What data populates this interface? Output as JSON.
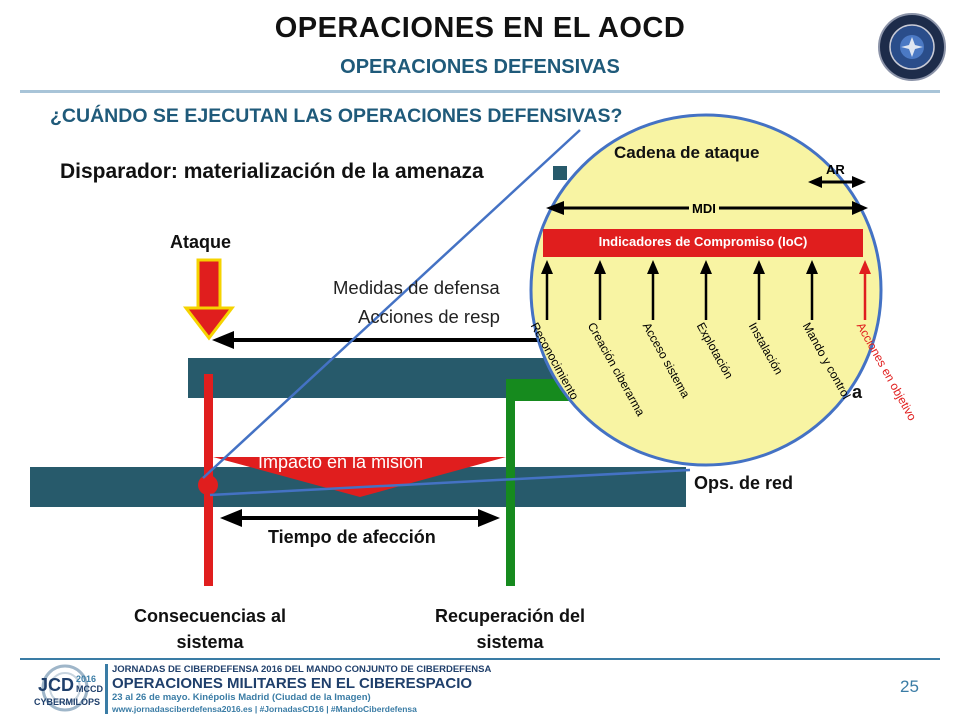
{
  "header": {
    "title": "OPERACIONES  EN EL AOCD",
    "subtitle": "OPERACIONES DEFENSIVAS",
    "seal_icon": "emblem-seal-icon"
  },
  "question": "¿CUÁNDO SE EJECUTAN LAS OPERACIONES DEFENSIVAS?",
  "trigger": "Disparador: materialización de la amenaza",
  "diagram": {
    "ataque": "Ataque",
    "medidas": "Medidas de defensa",
    "acciones": "Acciones de resp",
    "impacto": "Impacto en la misión",
    "ops_red": "Ops. de red",
    "ops_partial": "a",
    "tiempo": "Tiempo de afección",
    "consecuencias_1": "Consecuencias al",
    "consecuencias_2": "sistema",
    "recuperacion_1": "Recuperación del",
    "recuperacion_2": "sistema",
    "colors": {
      "red": "#e01e1e",
      "green": "#168a1e",
      "bar": "#275a6b",
      "circle": "#f8f4a3"
    }
  },
  "zoom": {
    "title": "Cadena de ataque",
    "ar": "AR",
    "mdi": "MDI",
    "ioc": "Indicadores de Compromiso (IoC)",
    "phases": [
      "Reconocimiento",
      "Creación ciberarma",
      "Acceso sistema",
      "Explotación",
      "Instalación",
      "Mando y control",
      "Acciones en objetivo"
    ]
  },
  "footer": {
    "logo_top": "JCD",
    "logo_year": "2016",
    "logo_sub": "MCCD",
    "logo_brand": "CYBERMILOPS",
    "line1": "JORNADAS DE CIBERDEFENSA 2016 DEL MANDO CONJUNTO DE CIBERDEFENSA",
    "line2": "OPERACIONES MILITARES EN EL CIBERESPACIO",
    "line3": "23 al 26 de mayo. Kinépolis Madrid (Ciudad de la Imagen)",
    "line4": "www.jornadasciberdefensa2016.es  |  #JornadasCD16  |  #MandoCiberdefensa",
    "page": "25"
  }
}
